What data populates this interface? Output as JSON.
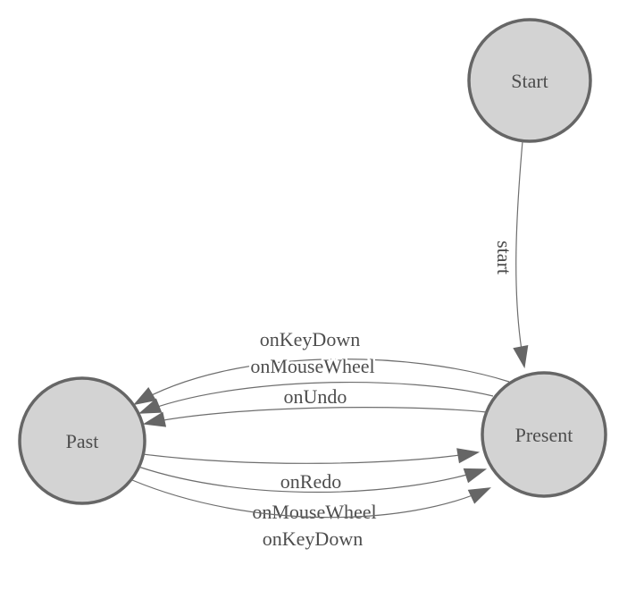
{
  "diagram": {
    "type": "state-machine",
    "colors": {
      "node_fill": "#d3d3d3",
      "node_stroke": "#666666",
      "edge_stroke": "#6e6e6e",
      "arrow_fill": "#666666",
      "text_color": "#4d4d4d",
      "bg": "#ffffff"
    },
    "nodes": [
      {
        "id": "start",
        "label": "Start"
      },
      {
        "id": "past",
        "label": "Past"
      },
      {
        "id": "present",
        "label": "Present"
      }
    ],
    "edges": [
      {
        "from": "Start",
        "to": "Present",
        "label": "start"
      },
      {
        "from": "Present",
        "to": "Past",
        "label": "onKeyDown"
      },
      {
        "from": "Present",
        "to": "Past",
        "label": "onMouseWheel"
      },
      {
        "from": "Present",
        "to": "Past",
        "label": "onUndo"
      },
      {
        "from": "Past",
        "to": "Present",
        "label": "onRedo"
      },
      {
        "from": "Past",
        "to": "Present",
        "label": "onMouseWheel"
      },
      {
        "from": "Past",
        "to": "Present",
        "label": "onKeyDown"
      }
    ]
  }
}
